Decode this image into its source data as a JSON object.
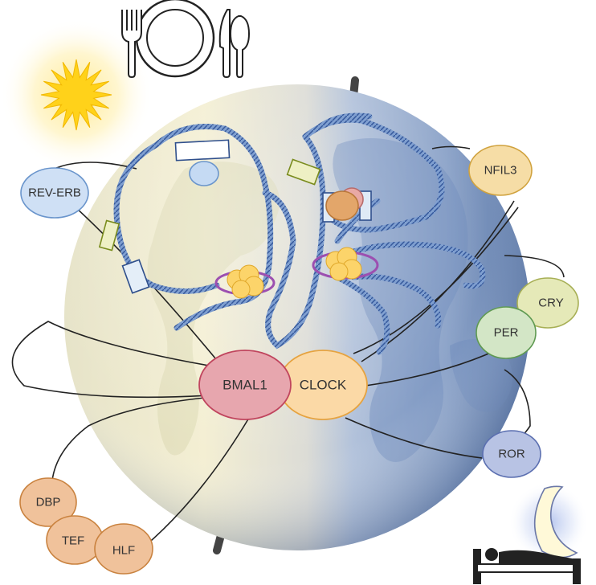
{
  "diagram": {
    "nodes": {
      "bmal1": "BMAL1",
      "clock": "CLOCK",
      "rev_erb": "REV-ERB",
      "nfil3": "NFIL3",
      "cry": "CRY",
      "per": "PER",
      "ror": "ROR",
      "dbp": "DBP",
      "tef": "TEF",
      "hlf": "HLF"
    },
    "icons": [
      "sun-icon",
      "plate-cutlery-icon",
      "moon-icon",
      "bed-sleeping-person-icon",
      "globe-earth",
      "dna-strand",
      "nucleosome-icon"
    ],
    "colors": {
      "bmal1_fill": "#e7a6ae",
      "bmal1_stroke": "#c0455e",
      "clock_fill": "#fbd9a6",
      "clock_stroke": "#e6a340",
      "rev_erb_fill": "#cfe0f5",
      "rev_erb_stroke": "#6a95cc",
      "nfil3_fill": "#f6dda6",
      "nfil3_stroke": "#d0a23e",
      "cry_fill": "#e5e9b8",
      "cry_stroke": "#a7af55",
      "per_fill": "#d3e6c6",
      "per_stroke": "#5f9a52",
      "ror_fill": "#b8c3e4",
      "ror_stroke": "#5b6fb0",
      "dbp_fill": "#f0c29b",
      "dbp_stroke": "#c9823f",
      "sun": "#ffd21a",
      "globe_light": "#f3edd0",
      "globe_dark": "#5f7fb0"
    }
  }
}
